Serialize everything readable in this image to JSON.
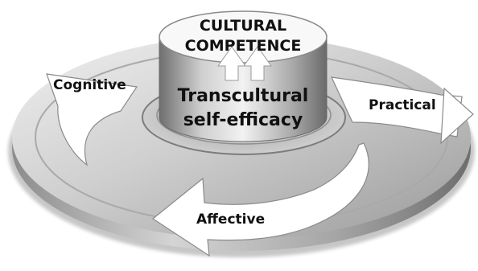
{
  "diagram": {
    "center": {
      "top_label_line1": "CULTURAL",
      "top_label_line2": "COMPETENCE",
      "side_label_line1": "Transcultural",
      "side_label_line2": "self-efficacy"
    },
    "arrows": {
      "cognitive": "Cognitive",
      "practical": "Practical",
      "affective": "Affective"
    }
  },
  "colors": {
    "ring_light": "#e6e6e6",
    "ring_mid": "#b9b9b9",
    "ring_dark": "#7a7a7a",
    "cylinder_top": "#f7f7f7",
    "cylinder_side_dark": "#8a8a8a",
    "arrow_fill": "#ffffff",
    "text": "#111111"
  }
}
